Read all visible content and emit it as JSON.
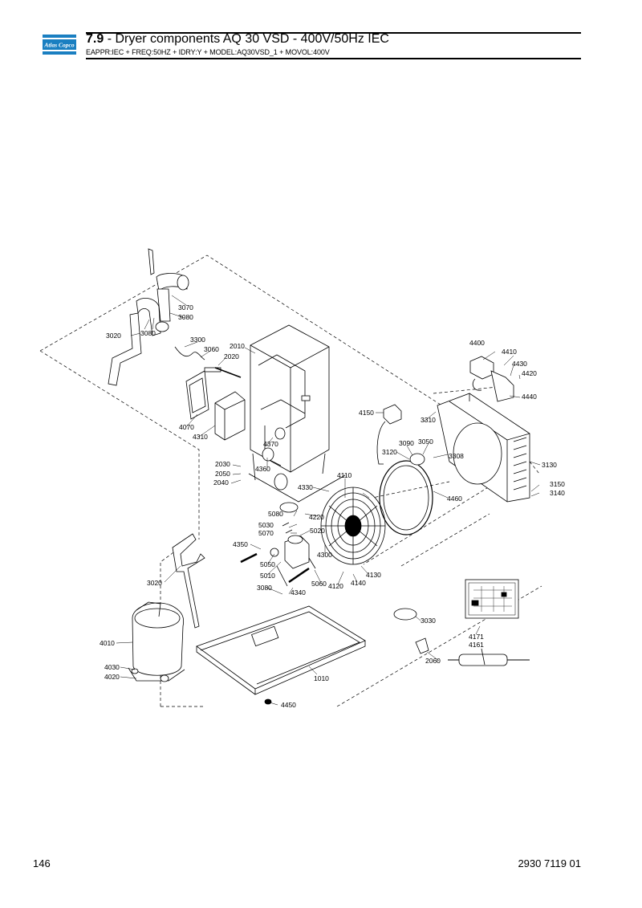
{
  "header": {
    "logo_text": "Atlas Copco",
    "section_number": "7.9",
    "title": " - Dryer components AQ 30 VSD - 400V/50Hz IEC",
    "subtitle": "EAPPR:IEC + FREQ:50HZ + IDRY:Y + MODEL:AQ30VSD_1 + MOVOL:400V"
  },
  "footer": {
    "page_number": "146",
    "document_number": "2930 7119 01"
  },
  "parts": {
    "p2010": "2010",
    "p2020": "2020",
    "p2030": "2030",
    "p2040": "2040",
    "p2050": "2050",
    "p2060": "2060",
    "p3020a": "3020",
    "p3020b": "3020",
    "p3030": "3030",
    "p3050": "3050",
    "p3060": "3060",
    "p3070": "3070",
    "p3080a": "3080",
    "p3080b": "3080",
    "p3080c": "3080",
    "p3090": "3090",
    "p3120": "3120",
    "p3130": "3130",
    "p3140": "3140",
    "p3150": "3150",
    "p3300": "3300",
    "p3308": "3308",
    "p3310": "3310",
    "p4010": "4010",
    "p4020": "4020",
    "p4030": "4030",
    "p4070": "4070",
    "p4110": "4110",
    "p4120": "4120",
    "p4130": "4130",
    "p4140": "4140",
    "p4150": "4150",
    "p4161": "4161",
    "p4171": "4171",
    "p4220": "4220",
    "p4300": "4300",
    "p4310": "4310",
    "p4330": "4330",
    "p4340": "4340",
    "p4350": "4350",
    "p4360": "4360",
    "p4370": "4370",
    "p4400": "4400",
    "p4410": "4410",
    "p4420": "4420",
    "p4430": "4430",
    "p4440": "4440",
    "p4450": "4450",
    "p4460": "4460",
    "p5010": "5010",
    "p5020": "5020",
    "p5030": "5030",
    "p5050": "5050",
    "p5060": "5060",
    "p5070": "5070",
    "p5080": "5080",
    "p1010": "1010"
  },
  "colors": {
    "logo_blue": "#1a7fc1",
    "line": "#000000"
  }
}
